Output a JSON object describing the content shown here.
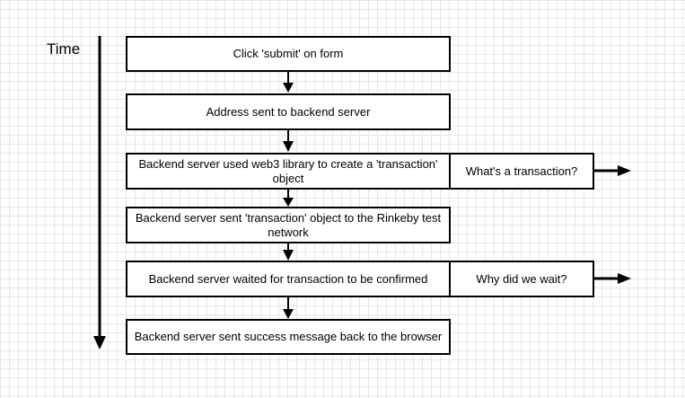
{
  "time_label": "Time",
  "steps": [
    "Click 'submit' on form",
    "Address sent to backend server",
    "Backend server used web3 library to create a 'transaction' object",
    "Backend server sent 'transaction' object to the Rinkeby test network",
    "Backend server waited for transaction to be confirmed",
    "Backend server sent success message back to the browser"
  ],
  "side_notes": [
    "What's a transaction?",
    "Why did we wait?"
  ],
  "colors": {
    "stroke": "#000000",
    "grid": "#e6e6e6",
    "background": "#ffffff"
  }
}
